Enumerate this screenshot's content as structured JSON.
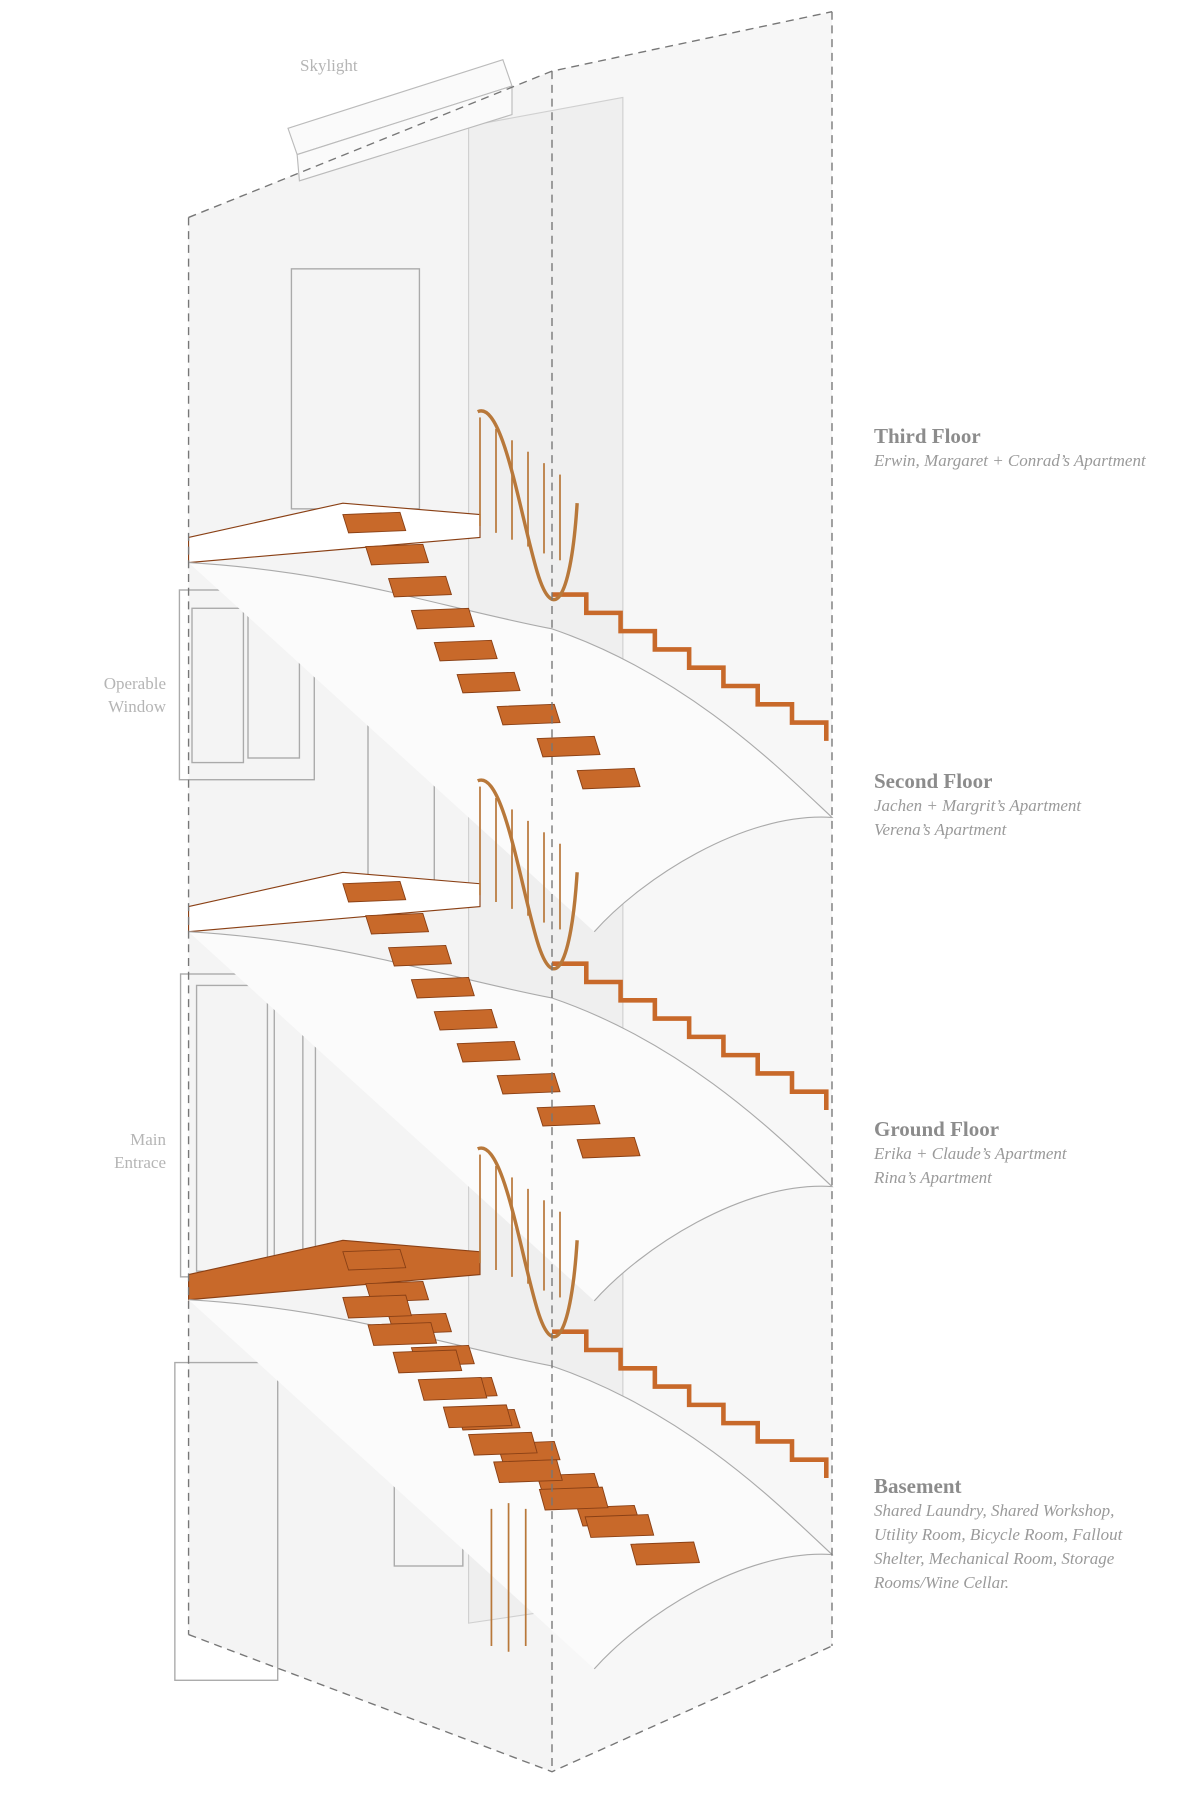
{
  "colors": {
    "stair": "#c8692a",
    "stair_edge": "#8a4015",
    "rail": "#b8783a",
    "line": "#9a9a9a",
    "wall": "#f2f2f2"
  },
  "annotations": {
    "skylight": "Skylight",
    "window": [
      "Operable",
      "Window"
    ],
    "entrance": [
      "Main",
      "Entrace"
    ]
  },
  "floors": [
    {
      "title": "Third Floor",
      "lines": [
        "Erwin, Margaret + Conrad’s Apartment"
      ]
    },
    {
      "title": "Second Floor",
      "lines": [
        "Jachen + Margrit’s Apartment",
        "Verena’s Apartment"
      ]
    },
    {
      "title": "Ground Floor",
      "lines": [
        "Erika + Claude’s Apartment",
        "Rina’s Apartment"
      ]
    },
    {
      "title": "Basement",
      "lines": [
        "Shared Laundry, Shared Workshop,",
        "Utility Room, Bicycle Room, Fallout",
        "Shelter, Mechanical Room, Storage",
        "Rooms/Wine Cellar."
      ]
    }
  ]
}
